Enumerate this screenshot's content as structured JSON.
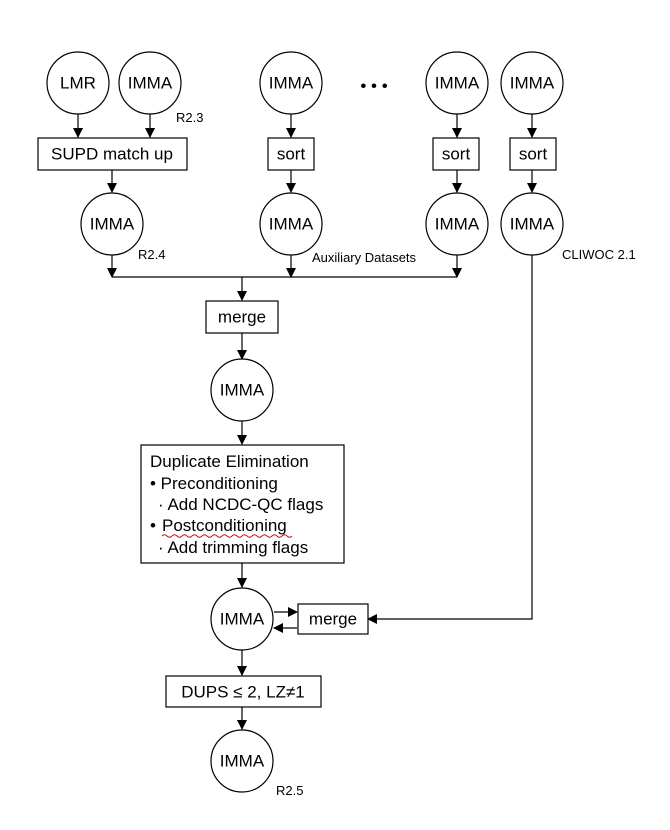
{
  "nodes": {
    "lmr": "LMR",
    "imma": "IMMA",
    "supd": "SUPD match up",
    "sort": "sort",
    "merge": "merge",
    "dups": "DUPS ≤ 2, LZ≠1",
    "ellipsis": "• • •"
  },
  "dup_box": {
    "title": "Duplicate Elimination",
    "pre": "• Preconditioning",
    "pre_item": "· Add NCDC-QC flags",
    "post_bullet": "•",
    "post": "Postconditioning",
    "post_item": "· Add trimming flags"
  },
  "labels": {
    "r23": "R2.3",
    "r24": "R2.4",
    "aux": "Auxiliary Datasets",
    "cliwoc": "CLIWOC 2.1",
    "r25": "R2.5"
  },
  "colors": {
    "stroke": "#000000",
    "spellcheck_underline": "#cc0000"
  }
}
